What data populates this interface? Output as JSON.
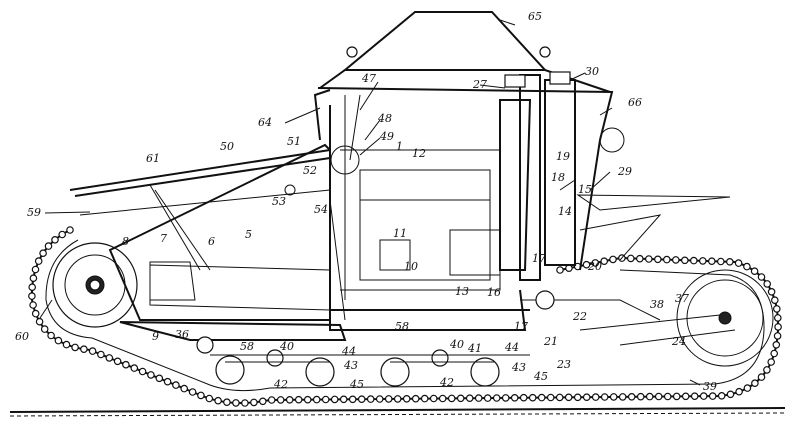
{
  "diagram": {
    "callouts": [
      {
        "id": "c1",
        "text": "1"
      },
      {
        "id": "c5",
        "text": "5"
      },
      {
        "id": "c6",
        "text": "6"
      },
      {
        "id": "c7",
        "text": "7"
      },
      {
        "id": "c8",
        "text": "8"
      },
      {
        "id": "c9",
        "text": "9"
      },
      {
        "id": "c10",
        "text": "10"
      },
      {
        "id": "c11",
        "text": "11"
      },
      {
        "id": "c12",
        "text": "12"
      },
      {
        "id": "c13",
        "text": "13"
      },
      {
        "id": "c14",
        "text": "14"
      },
      {
        "id": "c15",
        "text": "15"
      },
      {
        "id": "c16",
        "text": "16"
      },
      {
        "id": "c17",
        "text": "17"
      },
      {
        "id": "c17b",
        "text": "17"
      },
      {
        "id": "c18",
        "text": "18"
      },
      {
        "id": "c19",
        "text": "19"
      },
      {
        "id": "c20",
        "text": "20"
      },
      {
        "id": "c21",
        "text": "21"
      },
      {
        "id": "c22",
        "text": "22"
      },
      {
        "id": "c23",
        "text": "23"
      },
      {
        "id": "c24",
        "text": "24"
      },
      {
        "id": "c27",
        "text": "27"
      },
      {
        "id": "c29",
        "text": "29"
      },
      {
        "id": "c30",
        "text": "30"
      },
      {
        "id": "c36",
        "text": "36"
      },
      {
        "id": "c37",
        "text": "37"
      },
      {
        "id": "c38",
        "text": "38"
      },
      {
        "id": "c39",
        "text": "39"
      },
      {
        "id": "c40a",
        "text": "40"
      },
      {
        "id": "c40b",
        "text": "40"
      },
      {
        "id": "c41",
        "text": "41"
      },
      {
        "id": "c42a",
        "text": "42"
      },
      {
        "id": "c42b",
        "text": "42"
      },
      {
        "id": "c43a",
        "text": "43"
      },
      {
        "id": "c43b",
        "text": "43"
      },
      {
        "id": "c44a",
        "text": "44"
      },
      {
        "id": "c44b",
        "text": "44"
      },
      {
        "id": "c45a",
        "text": "45"
      },
      {
        "id": "c45b",
        "text": "45"
      },
      {
        "id": "c47",
        "text": "47"
      },
      {
        "id": "c48",
        "text": "48"
      },
      {
        "id": "c49",
        "text": "49"
      },
      {
        "id": "c50",
        "text": "50"
      },
      {
        "id": "c51",
        "text": "51"
      },
      {
        "id": "c52",
        "text": "52"
      },
      {
        "id": "c53",
        "text": "53"
      },
      {
        "id": "c54",
        "text": "54"
      },
      {
        "id": "c58a",
        "text": "58"
      },
      {
        "id": "c58b",
        "text": "58"
      },
      {
        "id": "c59",
        "text": "59"
      },
      {
        "id": "c60",
        "text": "60"
      },
      {
        "id": "c61",
        "text": "61"
      },
      {
        "id": "c64",
        "text": "64"
      },
      {
        "id": "c65",
        "text": "65"
      },
      {
        "id": "c66",
        "text": "66"
      }
    ]
  }
}
